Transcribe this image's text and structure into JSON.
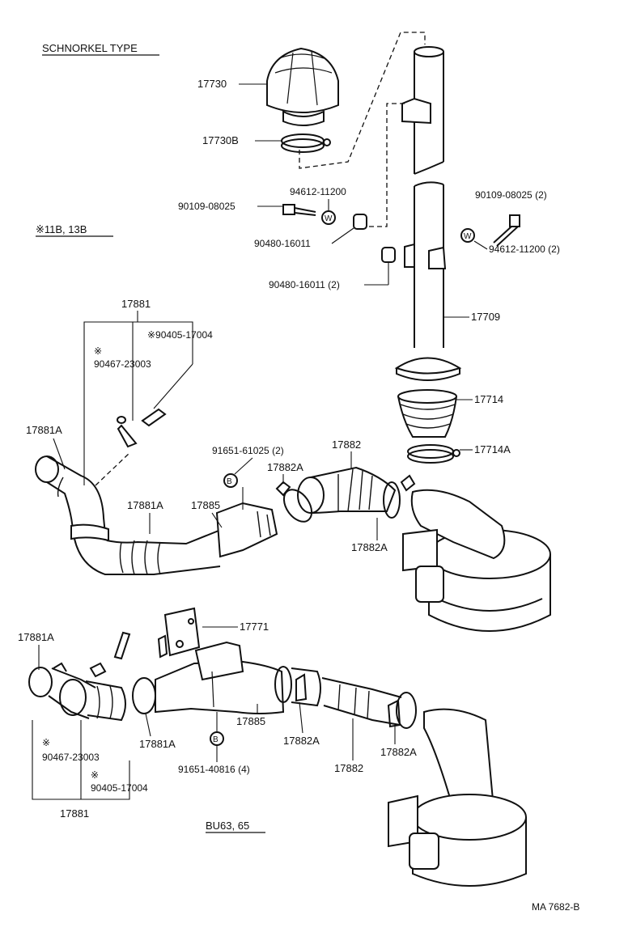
{
  "title": "SCHNORKEL TYPE",
  "variant_upper": "※11B, 13B",
  "variant_lower": "BU63, 65",
  "drawing_code": "MA 7682-B",
  "symbols": {
    "washer": "W",
    "bolt_b": "B",
    "note_mark": "※"
  },
  "labels": {
    "p17730": "17730",
    "p17730b": "17730B",
    "p94612_top": "94612-11200",
    "p90109_left": "90109-08025",
    "p90480_left": "90480-16011",
    "p90109_right": "90109-08025 (2)",
    "p94612_right": "94612-11200 (2)",
    "p90480_right": "90480-16011 (2)",
    "p17709": "17709",
    "p17714": "17714",
    "p17714a": "17714A",
    "u17881": "17881",
    "u90405": "※90405-17004",
    "u_note_mark": "※",
    "u90467": "90467-23003",
    "u17881a_left": "17881A",
    "u17881a_mid": "17881A",
    "u17885": "17885",
    "u91651": "91651-61025 (2)",
    "u17882": "17882",
    "u17882a_top": "17882A",
    "u17882a_bottom": "17882A",
    "l17771": "17771",
    "l17881a_left": "17881A",
    "l17881a_mid": "17881A",
    "l17885": "17885",
    "l17882a_left": "17882A",
    "l17882a_right": "17882A",
    "l17882": "17882",
    "l91651": "91651-40816 (4)",
    "l_note_mark1": "※",
    "l90467": "90467-23003",
    "l_note_mark2": "※",
    "l90405": "90405-17004",
    "l17881": "17881"
  }
}
